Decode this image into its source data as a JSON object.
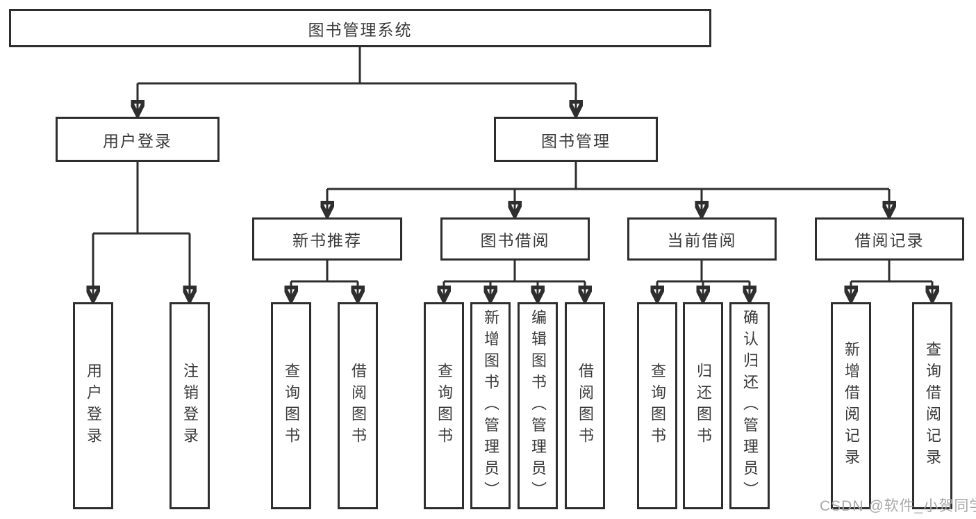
{
  "colors": {
    "background": "#ffffff",
    "box_fill": "#ffffff",
    "line": "#2e2e2e",
    "text": "#3a3a3a",
    "watermark": "#a8a8a8"
  },
  "tree": {
    "root": {
      "label": "图书管理系统"
    },
    "children": [
      {
        "label": "用户登录",
        "children": [
          {
            "label": "用户登录"
          },
          {
            "label": "注销登录"
          }
        ]
      },
      {
        "label": "图书管理",
        "children": [
          {
            "label": "新书推荐",
            "children": [
              {
                "label": "查询图书"
              },
              {
                "label": "借阅图书"
              }
            ]
          },
          {
            "label": "图书借阅",
            "children": [
              {
                "label": "查询图书"
              },
              {
                "label": "新增图书（管理员）"
              },
              {
                "label": "编辑图书（管理员）"
              },
              {
                "label": "借阅图书"
              }
            ]
          },
          {
            "label": "当前借阅",
            "children": [
              {
                "label": "查询图书"
              },
              {
                "label": "归还图书"
              },
              {
                "label": "确认归还（管理员）"
              }
            ]
          },
          {
            "label": "借阅记录",
            "children": [
              {
                "label": "新增借阅记录"
              },
              {
                "label": "查询借阅记录"
              }
            ]
          }
        ]
      }
    ]
  },
  "watermark": {
    "label": "CSDN @软件_小贺同学"
  }
}
